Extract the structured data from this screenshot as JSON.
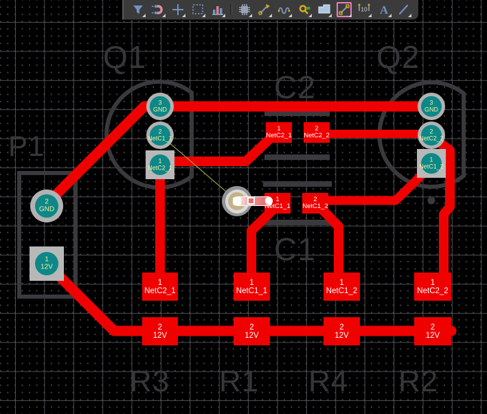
{
  "toolbar": {
    "tools": [
      {
        "name": "filter-tool"
      },
      {
        "name": "magnet-snap-tool"
      },
      {
        "name": "crosshair-tool"
      },
      {
        "name": "selection-box-tool"
      },
      {
        "name": "column-chart-tool"
      },
      {
        "name": "component-chip-tool"
      },
      {
        "name": "interactive-route-tool"
      },
      {
        "name": "tune-length-tool"
      },
      {
        "name": "via-stitch-tool"
      },
      {
        "name": "room-tool"
      },
      {
        "name": "route-trace-tool",
        "active": true
      },
      {
        "name": "dimension-tool",
        "glyph": "10"
      },
      {
        "name": "text-tool",
        "glyph": "A"
      },
      {
        "name": "line-tool"
      }
    ]
  },
  "designators": {
    "q1": "Q1",
    "q2": "Q2",
    "c2": "C2",
    "c1": "C1",
    "p1": "P1",
    "r3": "R3",
    "r1": "R1",
    "r4": "R4",
    "r2": "R2"
  },
  "pads": {
    "q1": [
      {
        "number": "3",
        "net": "GND"
      },
      {
        "number": "2",
        "net": "NetC1_1"
      },
      {
        "number": "1",
        "net": "NetC2_1"
      }
    ],
    "q2": [
      {
        "number": "3",
        "net": "GND"
      },
      {
        "number": "2",
        "net": "NetC2_2"
      },
      {
        "number": "1",
        "net": "NetC1_2"
      }
    ],
    "p1": [
      {
        "number": "2",
        "net": "GND"
      },
      {
        "number": "1",
        "net": "12V"
      }
    ],
    "c2": [
      {
        "number": "1",
        "net": "NetC2_1"
      },
      {
        "number": "2",
        "net": "NetC2_2"
      }
    ],
    "c1": [
      {
        "number": "1",
        "net": "NetC1_1"
      },
      {
        "number": "2",
        "net": "NetC1_2"
      }
    ],
    "r3": [
      {
        "number": "1",
        "net": "NetC2_1"
      },
      {
        "number": "2",
        "net": "12V"
      }
    ],
    "r1": [
      {
        "number": "1",
        "net": "NetC1_1"
      },
      {
        "number": "2",
        "net": "12V"
      }
    ],
    "r4": [
      {
        "number": "1",
        "net": "NetC1_2"
      },
      {
        "number": "2",
        "net": "12V"
      }
    ],
    "r2": [
      {
        "number": "1",
        "net": "NetC2_2"
      },
      {
        "number": "2",
        "net": "12V"
      }
    ]
  },
  "colors": {
    "trace_red": "#ef0100",
    "pad_teal": "#0d8787",
    "pad_ring_gray": "#b2b2b2",
    "pad_text_yellow": "#f3efa0",
    "smd_text_white": "#ffffff",
    "silkscreen_gray": "#3a3a3e",
    "ratsnest_olive": "#9c9c52",
    "grid_line": "#4e4e55",
    "background": "#000000",
    "highlight_trace_pink": "#ea8c8c",
    "active_tool_border": "#ee7cc2"
  }
}
